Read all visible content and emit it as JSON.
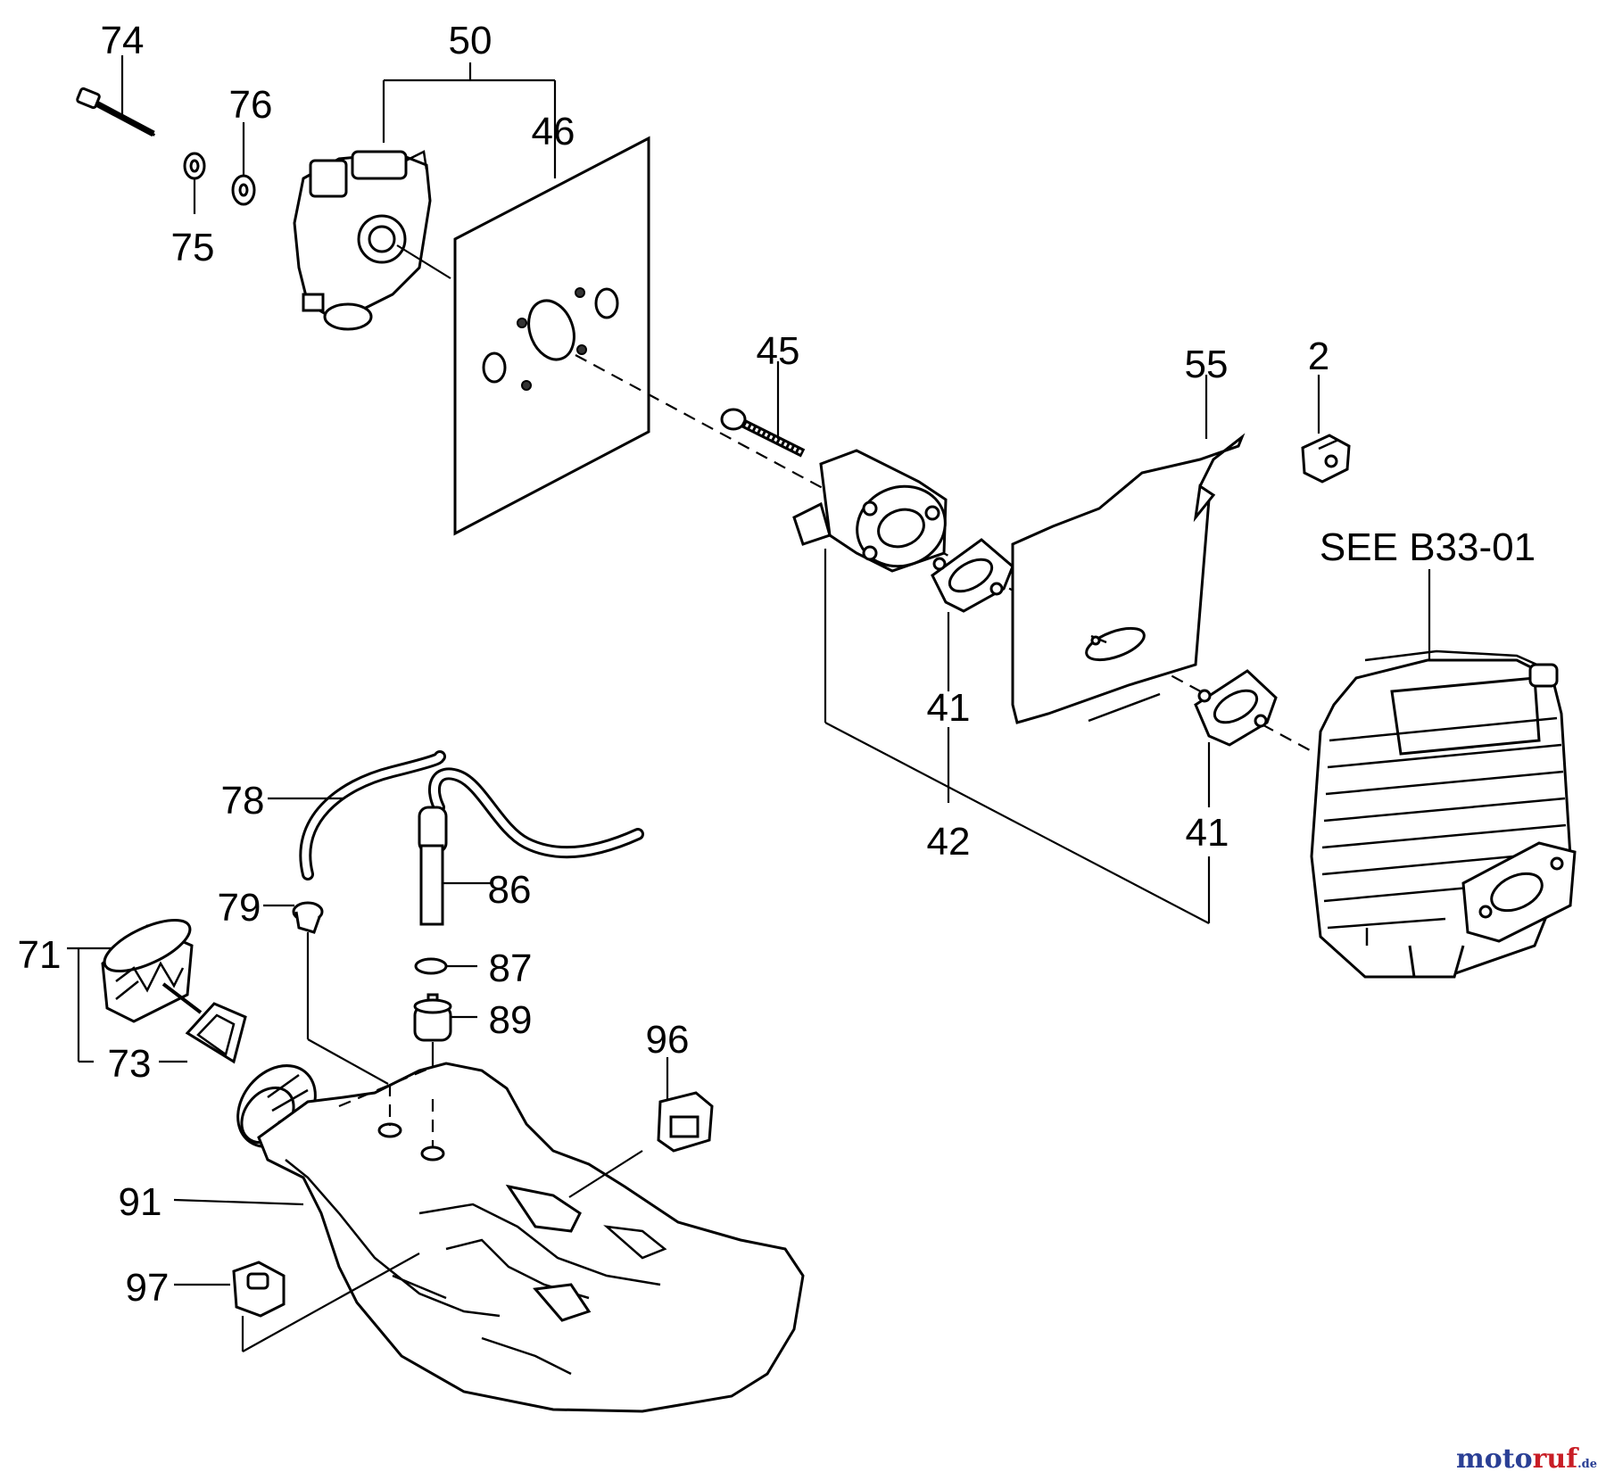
{
  "diagram": {
    "labels": {
      "p2": "2",
      "p41a": "41",
      "p41b": "41",
      "p42": "42",
      "p45": "45",
      "p46": "46",
      "p50": "50",
      "p55": "55",
      "p71": "71",
      "p73": "73",
      "p74": "74",
      "p75": "75",
      "p76": "76",
      "p78": "78",
      "p79": "79",
      "p86": "86",
      "p87": "87",
      "p89": "89",
      "p91": "91",
      "p96": "96",
      "p97": "97",
      "see_ref": "SEE B33-01"
    }
  },
  "watermark": {
    "part1": "moto",
    "part2": "ruf",
    "part3": ".de"
  }
}
